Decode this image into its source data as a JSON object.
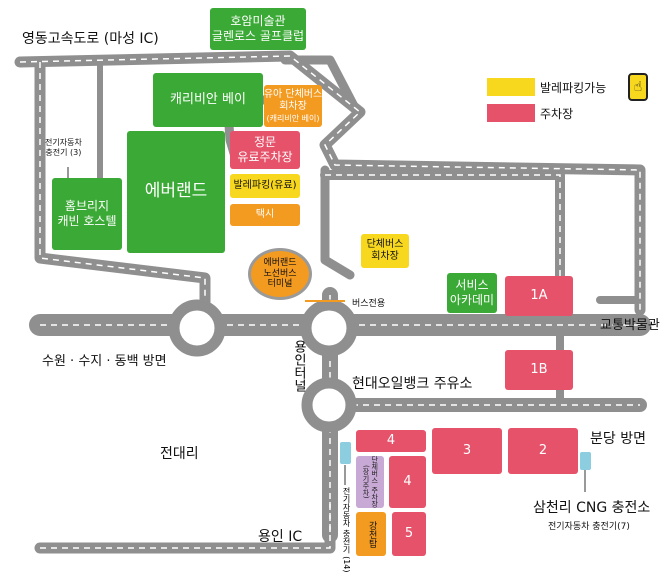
{
  "labels": {
    "highway": "영동고속도로 (마성 IC)",
    "suwon": "수원 · 수지 · 동백 방면",
    "jeondae": "전대리",
    "yongin_ic": "용인 IC",
    "bundang": "분당 방면",
    "hyundai": "현대오일뱅크 주유소",
    "museum": "교통박물관",
    "samcheonri": "삼천리 CNG 충전소",
    "ev_charger_7": "전기자동차 충전기(7)",
    "ev_charger_3": "전기자동차\n충전기 (3)",
    "ev_charger_14": "전기자동차 충전기 (14)",
    "bus_only": "버스전용",
    "road_vertical": "용인터널"
  },
  "places": {
    "hoam": "호암미술관\n글렌로스 골프클럽",
    "caribbean": "캐리비안 베이",
    "everland": "에버랜드",
    "home_brick": "홈브리지\n캐빈 호스텔",
    "service_academy": "서비스\n아카데미"
  },
  "parking": {
    "yua": "유아 단체버스\n회차장",
    "yua_sub": "(캐리비안 베이)",
    "main_gate": "정문\n유료주차장",
    "valet_paid": "발레파킹(유료)",
    "taxi": "택시",
    "group_bus": "단체버스\n회차장",
    "terminal": "에버랜드\n노선버스\n터미널",
    "p1a": "1A",
    "p1b": "1B",
    "p2": "2",
    "p3": "3",
    "p4a": "4",
    "p4b": "4",
    "p5": "5",
    "group_bus_v": "단체버스 주차장\n(장기주차)",
    "gangcheon": "강천탑"
  },
  "legend": {
    "valet": "발레파킹가능",
    "parking": "주차장",
    "valet_color": "#f8d81e",
    "parking_color": "#e5526a",
    "valet_icon": "hand-pointer-icon"
  },
  "colors": {
    "road": "#8f8f8f",
    "road_line": "#ffffff",
    "green": "#3aa935",
    "red": "#e5526a",
    "orange": "#f39a21",
    "yellow": "#f8d81e"
  }
}
